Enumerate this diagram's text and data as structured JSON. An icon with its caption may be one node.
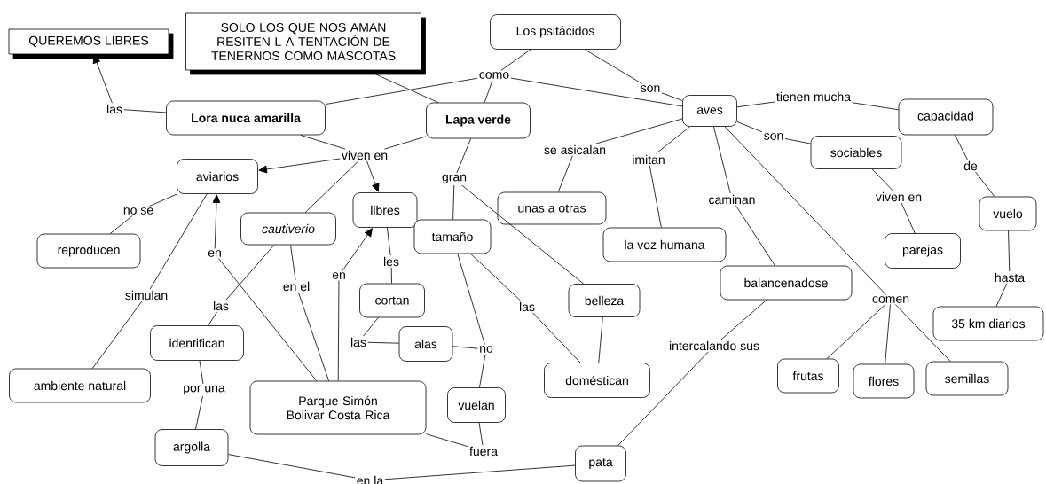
{
  "diagram": {
    "nodes": [
      {
        "text": [
          "QUEREMOS LIBRES"
        ]
      },
      {
        "text": [
          "SOLO LOS QUE NOS AMAN RESITEN L A TENTACIÓN DE TENERNOS COMO MASCOTAS"
        ]
      },
      {
        "text": [
          "Los psitácidos"
        ]
      },
      {
        "text": [
          "Lora nuca amarilla"
        ]
      },
      {
        "text": [
          "Lapa verde"
        ]
      },
      {
        "text": [
          "aves"
        ]
      },
      {
        "text": [
          "capacidad"
        ]
      },
      {
        "text": [
          "aviarios"
        ]
      },
      {
        "text": [
          "sociables"
        ]
      },
      {
        "text": [
          "cautiverio"
        ]
      },
      {
        "text": [
          "libres"
        ]
      },
      {
        "text": [
          "unas a otras"
        ]
      },
      {
        "text": [
          "tamaño"
        ]
      },
      {
        "text": [
          "vuelo"
        ]
      },
      {
        "text": [
          "reproducen"
        ]
      },
      {
        "text": [
          "la voz humana"
        ]
      },
      {
        "text": [
          "parejas"
        ]
      },
      {
        "text": [
          "cortan"
        ]
      },
      {
        "text": [
          "belleza"
        ]
      },
      {
        "text": [
          "balancenadose"
        ]
      },
      {
        "text": [
          "identifican"
        ]
      },
      {
        "text": [
          "alas"
        ]
      },
      {
        "text": [
          "35 km diarios"
        ]
      },
      {
        "text": [
          "ambiente natural"
        ]
      },
      {
        "text": [
          "Parque Simón Bolivar Costa Rica"
        ]
      },
      {
        "text": [
          "doméstican"
        ]
      },
      {
        "text": [
          "frutas"
        ]
      },
      {
        "text": [
          "flores"
        ]
      },
      {
        "text": [
          "semillas"
        ]
      },
      {
        "text": [
          "vuelan"
        ]
      },
      {
        "text": [
          "argolla"
        ]
      },
      {
        "text": [
          "pata"
        ]
      },
      {
        "text": [
          "las"
        ]
      },
      {
        "text": [
          "como"
        ]
      },
      {
        "text": [
          "son"
        ]
      },
      {
        "text": [
          "tienen mucha"
        ]
      },
      {
        "text": [
          "viven en"
        ]
      },
      {
        "text": [
          "se asicalan"
        ]
      },
      {
        "text": [
          "imitan"
        ]
      },
      {
        "text": [
          "son"
        ]
      },
      {
        "text": [
          "gran"
        ]
      },
      {
        "text": [
          "de"
        ]
      },
      {
        "text": [
          "caminan"
        ]
      },
      {
        "text": [
          "no se"
        ]
      },
      {
        "text": [
          "viven en"
        ]
      },
      {
        "text": [
          "en"
        ]
      },
      {
        "text": [
          "simulan"
        ]
      },
      {
        "text": [
          "en el"
        ]
      },
      {
        "text": [
          "en"
        ]
      },
      {
        "text": [
          "les"
        ]
      },
      {
        "text": [
          "las"
        ]
      },
      {
        "text": [
          "las"
        ]
      },
      {
        "text": [
          "las"
        ]
      },
      {
        "text": [
          "no"
        ]
      },
      {
        "text": [
          "comen"
        ]
      },
      {
        "text": [
          "hasta"
        ]
      },
      {
        "text": [
          "intercalando sus"
        ]
      },
      {
        "text": [
          "por una"
        ]
      },
      {
        "text": [
          "fuera"
        ]
      },
      {
        "text": [
          "en la"
        ]
      }
    ],
    "edges": [
      {
        "from": 3,
        "to": 32,
        "arrow": "none"
      },
      {
        "from": 32,
        "to": 0,
        "arrow": "to"
      },
      {
        "from": 4,
        "to": 1,
        "arrow": "none"
      },
      {
        "from": 2,
        "to": 33,
        "arrow": "none"
      },
      {
        "from": 33,
        "to": 3,
        "arrow": "none"
      },
      {
        "from": 33,
        "to": 4,
        "arrow": "none"
      },
      {
        "from": 33,
        "to": 5,
        "arrow": "none"
      },
      {
        "from": 2,
        "to": 34,
        "arrow": "none"
      },
      {
        "from": 34,
        "to": 5,
        "arrow": "none"
      },
      {
        "from": 5,
        "to": 35,
        "arrow": "none"
      },
      {
        "from": 35,
        "to": 6,
        "arrow": "none"
      },
      {
        "from": 6,
        "to": 41,
        "arrow": "none"
      },
      {
        "from": 41,
        "to": 13,
        "arrow": "none"
      },
      {
        "from": 13,
        "to": 55,
        "arrow": "none"
      },
      {
        "from": 55,
        "to": 22,
        "arrow": "none"
      },
      {
        "from": 5,
        "to": 39,
        "arrow": "none"
      },
      {
        "from": 39,
        "to": 8,
        "arrow": "none"
      },
      {
        "from": 8,
        "to": 44,
        "arrow": "none"
      },
      {
        "from": 44,
        "to": 16,
        "arrow": "none"
      },
      {
        "from": 5,
        "to": 37,
        "arrow": "none"
      },
      {
        "from": 37,
        "to": 11,
        "arrow": "none"
      },
      {
        "from": 5,
        "to": 38,
        "arrow": "none"
      },
      {
        "from": 38,
        "to": 15,
        "arrow": "none"
      },
      {
        "from": 5,
        "to": 42,
        "arrow": "none"
      },
      {
        "from": 42,
        "to": 19,
        "arrow": "none"
      },
      {
        "from": 19,
        "to": 56,
        "arrow": "none"
      },
      {
        "from": 56,
        "to": 31,
        "arrow": "none"
      },
      {
        "from": 5,
        "to": 54,
        "arrow": "none"
      },
      {
        "from": 54,
        "to": 26,
        "arrow": "none"
      },
      {
        "from": 54,
        "to": 27,
        "arrow": "none"
      },
      {
        "from": 54,
        "to": 28,
        "arrow": "none"
      },
      {
        "from": 3,
        "to": 36,
        "arrow": "none"
      },
      {
        "from": 4,
        "to": 36,
        "arrow": "none"
      },
      {
        "from": 36,
        "to": 7,
        "arrow": "to"
      },
      {
        "from": 36,
        "to": 10,
        "arrow": "to"
      },
      {
        "from": 36,
        "to": 9,
        "arrow": "none"
      },
      {
        "from": 4,
        "to": 40,
        "arrow": "none"
      },
      {
        "from": 40,
        "to": 12,
        "arrow": "none"
      },
      {
        "from": 40,
        "to": 18,
        "arrow": "none"
      },
      {
        "from": 7,
        "to": 43,
        "arrow": "none"
      },
      {
        "from": 43,
        "to": 14,
        "arrow": "none"
      },
      {
        "from": 7,
        "to": 46,
        "arrow": "none"
      },
      {
        "from": 46,
        "to": 23,
        "arrow": "none"
      },
      {
        "from": 24,
        "to": 45,
        "arrow": "none"
      },
      {
        "from": 45,
        "to": 7,
        "arrow": "to"
      },
      {
        "from": 24,
        "to": 47,
        "arrow": "none"
      },
      {
        "from": 47,
        "to": 9,
        "arrow": "none"
      },
      {
        "from": 24,
        "to": 48,
        "arrow": "none"
      },
      {
        "from": 48,
        "to": 10,
        "arrow": "to"
      },
      {
        "from": 10,
        "to": 49,
        "arrow": "none"
      },
      {
        "from": 49,
        "to": 17,
        "arrow": "none"
      },
      {
        "from": 17,
        "to": 52,
        "arrow": "none"
      },
      {
        "from": 52,
        "to": 21,
        "arrow": "none"
      },
      {
        "from": 21,
        "to": 53,
        "arrow": "none"
      },
      {
        "from": 12,
        "to": 53,
        "arrow": "none"
      },
      {
        "from": 53,
        "to": 29,
        "arrow": "none"
      },
      {
        "from": 12,
        "to": 50,
        "arrow": "none"
      },
      {
        "from": 50,
        "to": 25,
        "arrow": "none"
      },
      {
        "from": 18,
        "to": 25,
        "arrow": "none"
      },
      {
        "from": 9,
        "to": 51,
        "arrow": "none"
      },
      {
        "from": 51,
        "to": 20,
        "arrow": "none"
      },
      {
        "from": 20,
        "to": 57,
        "arrow": "none"
      },
      {
        "from": 57,
        "to": 30,
        "arrow": "none"
      },
      {
        "from": 30,
        "to": 59,
        "arrow": "none"
      },
      {
        "from": 59,
        "to": 31,
        "arrow": "none"
      },
      {
        "from": 24,
        "to": 58,
        "arrow": "none"
      },
      {
        "from": 29,
        "to": 58,
        "arrow": "none"
      }
    ]
  }
}
